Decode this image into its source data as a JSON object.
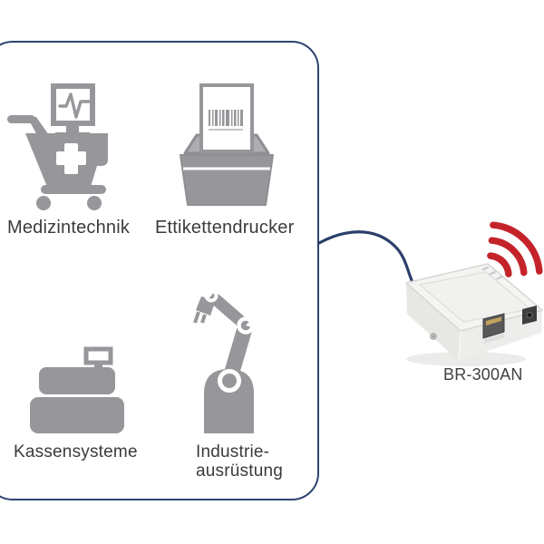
{
  "diagram": {
    "title_note": "Connectivity diagram of wireless print server with application areas",
    "group_box": {
      "border_color": "#2e4470",
      "items": [
        {
          "icon": "medical-shopping-cart-icon",
          "label": "Medizintechnik"
        },
        {
          "icon": "label-printer-icon",
          "label": "Ettikettendrucker"
        },
        {
          "icon": "cash-register-icon",
          "label": "Kassensysteme"
        },
        {
          "icon": "robot-arm-icon",
          "label_lines": [
            "Industrie-",
            "ausrüstung"
          ]
        }
      ]
    },
    "connection": {
      "icon": "ethernet-cable-curve",
      "cable_color": "#2c3f6b"
    },
    "device": {
      "model": "BR-300AN",
      "icon": "wireless-print-server-device",
      "ports": [
        "reset-button",
        "ethernet-rj45-port",
        "power-jack"
      ],
      "leds": 3
    },
    "wifi": {
      "icon": "wifi-signal-icon",
      "color": "#c5232a",
      "arcs": 3
    },
    "colors": {
      "icon_gray": "#97979b",
      "text": "#3b3b3d",
      "device_body": "#f4f4f2"
    }
  }
}
